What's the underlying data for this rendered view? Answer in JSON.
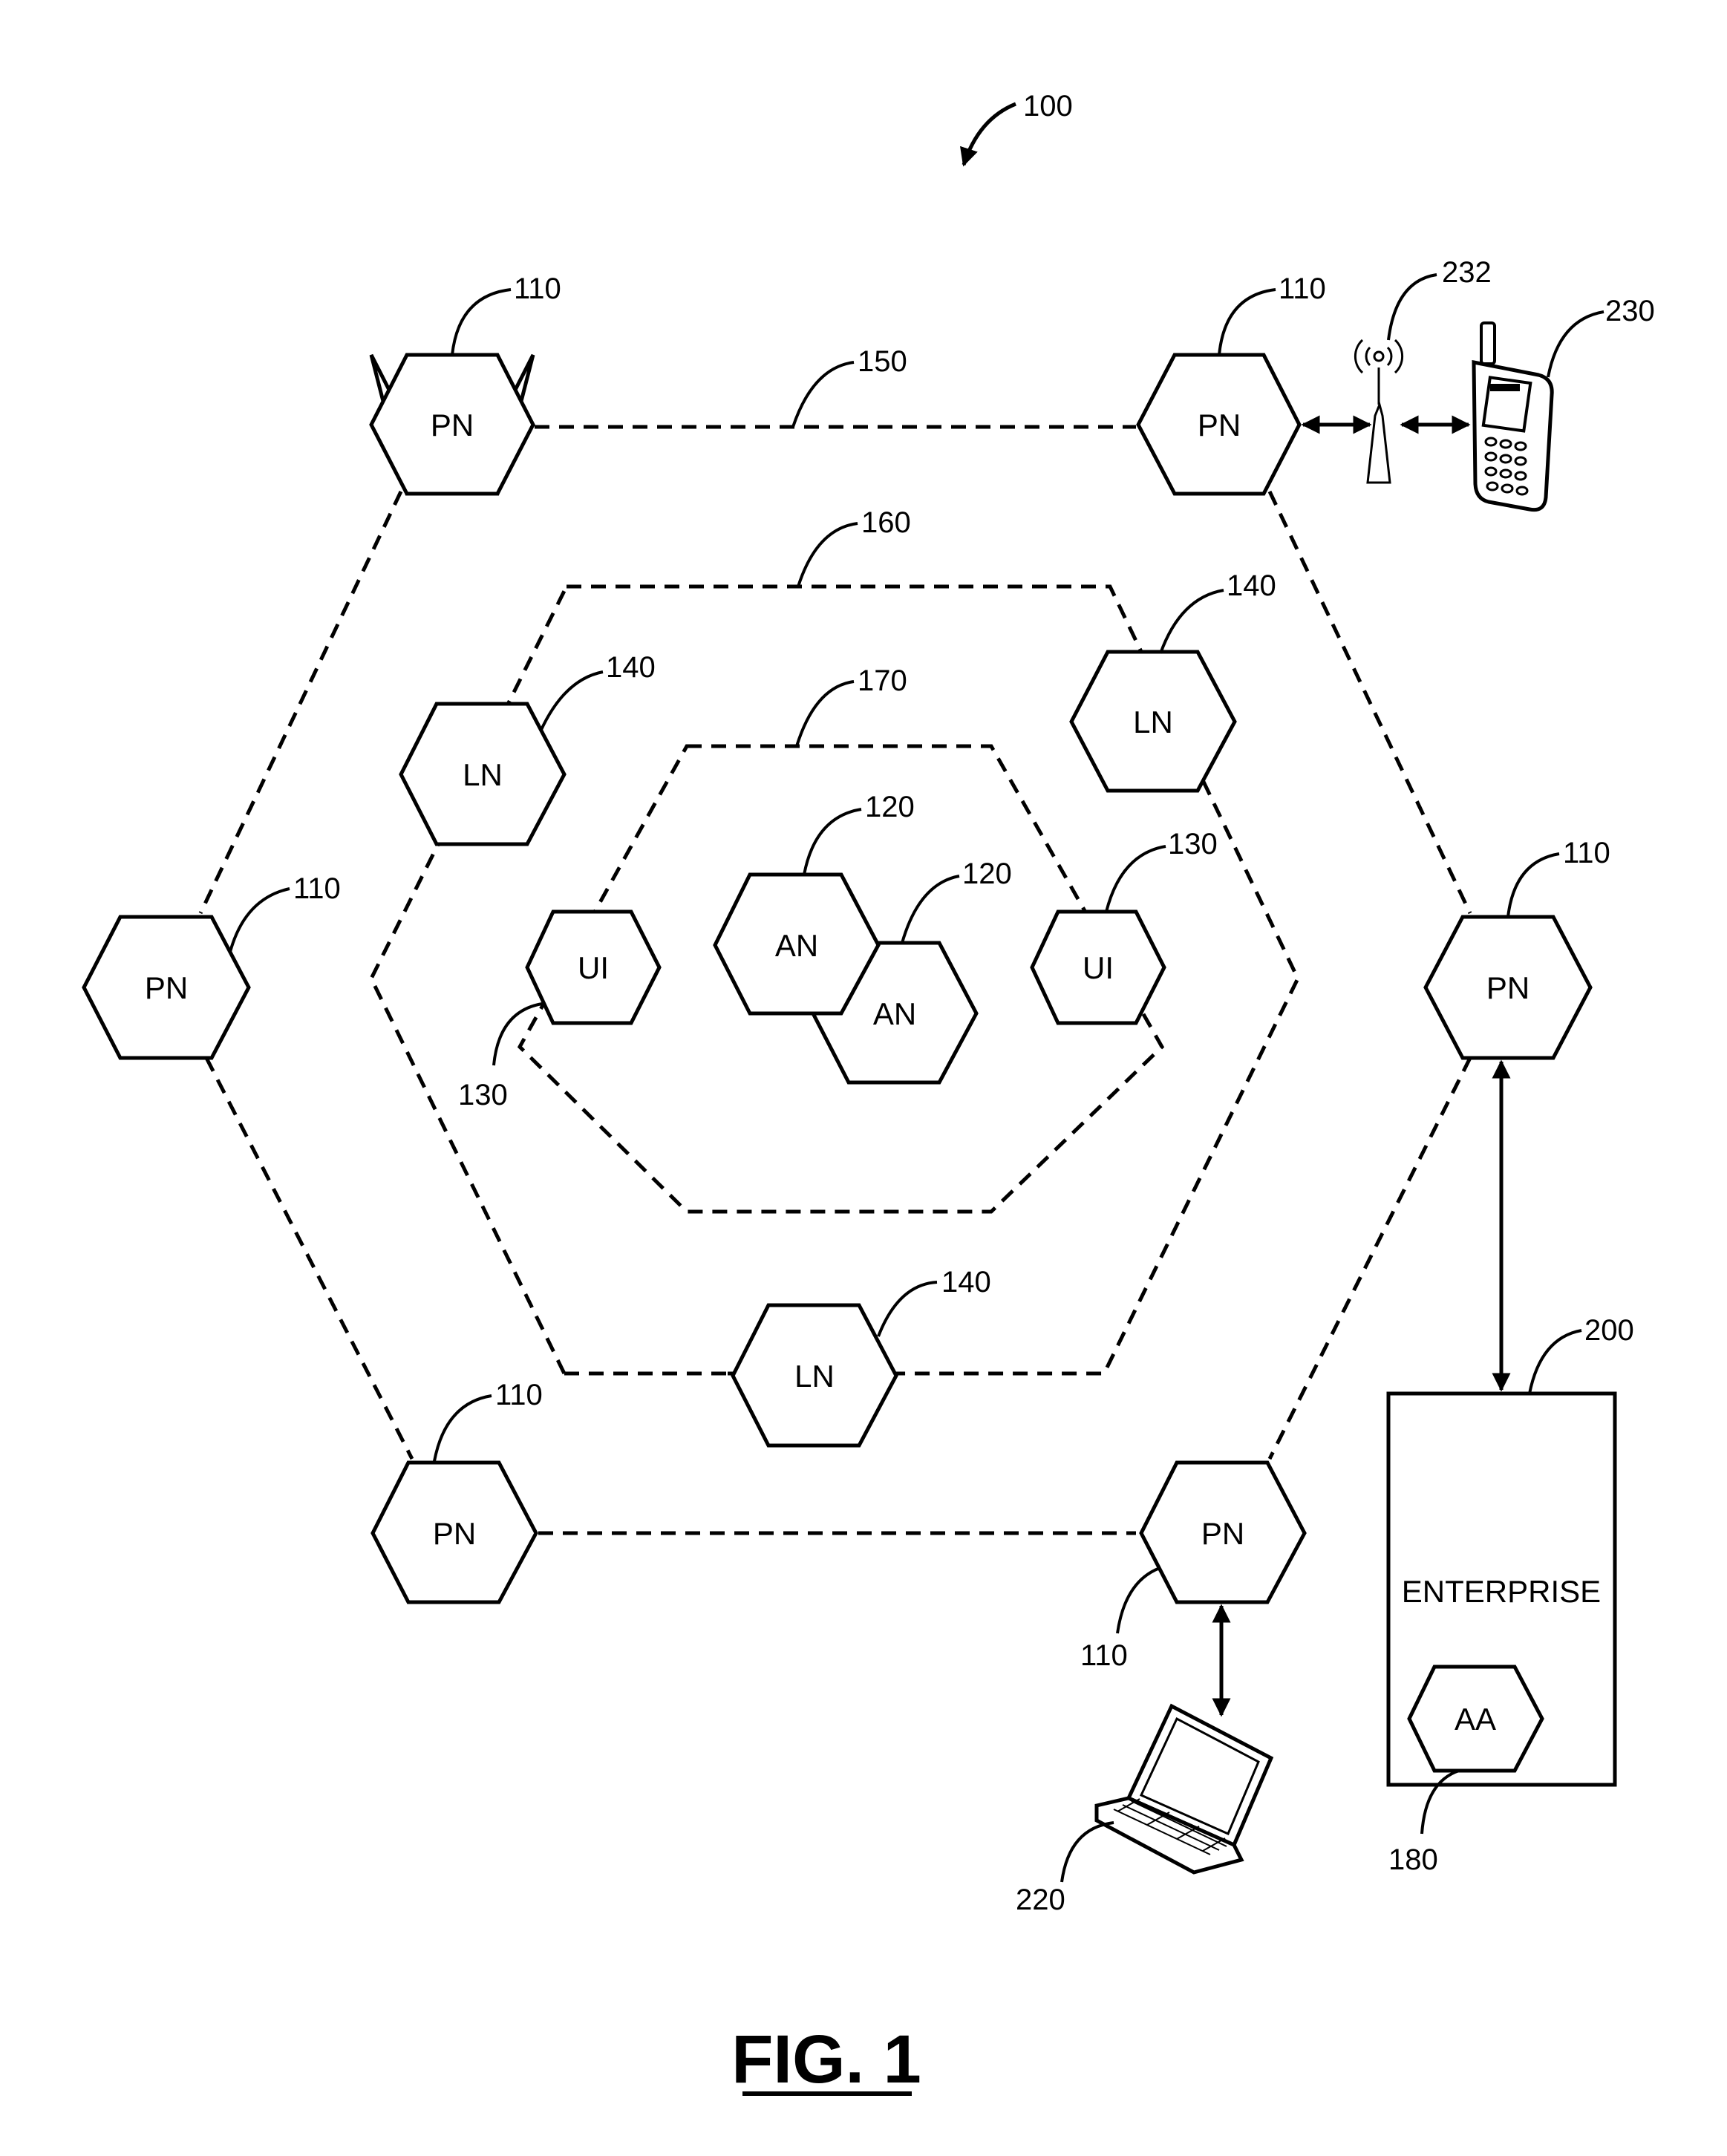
{
  "figure": {
    "title": "FIG. 1",
    "ref_main": "100"
  },
  "nodes": {
    "pn_label": "PN",
    "ln_label": "LN",
    "ui_label": "UI",
    "an_label": "AN",
    "aa_label": "AA",
    "enterprise_label": "ENTERPRISE"
  },
  "refs": {
    "pn": "110",
    "an": "120",
    "ui": "130",
    "ln": "140",
    "ring_outer": "150",
    "ring_middle": "160",
    "ring_inner": "170",
    "aa": "180",
    "enterprise": "200",
    "laptop": "220",
    "phone": "230",
    "tower": "232"
  }
}
